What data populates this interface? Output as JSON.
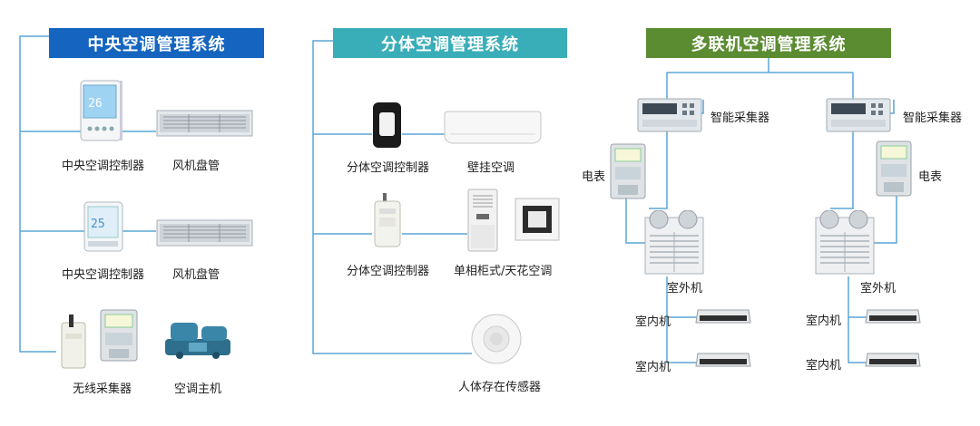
{
  "panels": [
    {
      "title": "中央空调管理系统",
      "color": "#1565c0",
      "labels": [
        "中央空调控制器",
        "风机盘管",
        "中央空调控制器",
        "风机盘管",
        "无线采集器",
        "空调主机"
      ]
    },
    {
      "title": "分体空调管理系统",
      "color": "#3aaeb8",
      "labels": [
        "分体空调控制器",
        "壁挂空调",
        "分体空调控制器",
        "单相柜式/天花空调",
        "人体存在传感器"
      ]
    },
    {
      "title": "多联机空调管理系统",
      "color": "#5b8c32",
      "labels": [
        "智能采集器",
        "智能采集器",
        "电表",
        "电表",
        "室外机",
        "室外机",
        "室内机",
        "室内机",
        "室内机",
        "室内机"
      ]
    }
  ],
  "colors": {
    "wire": "#5aa5d6"
  },
  "icons": [
    "thermostat-icon",
    "fan-coil-icon",
    "thermostat-icon",
    "fan-coil-icon",
    "wireless-collector-icon",
    "electric-meter-icon",
    "chiller-icon",
    "split-controller-icon",
    "wall-ac-icon",
    "split-controller-icon",
    "cabinet-ac-icon",
    "ceiling-ac-icon",
    "presence-sensor-icon",
    "smart-collector-icon",
    "electric-meter-icon",
    "outdoor-unit-icon",
    "indoor-unit-icon"
  ]
}
